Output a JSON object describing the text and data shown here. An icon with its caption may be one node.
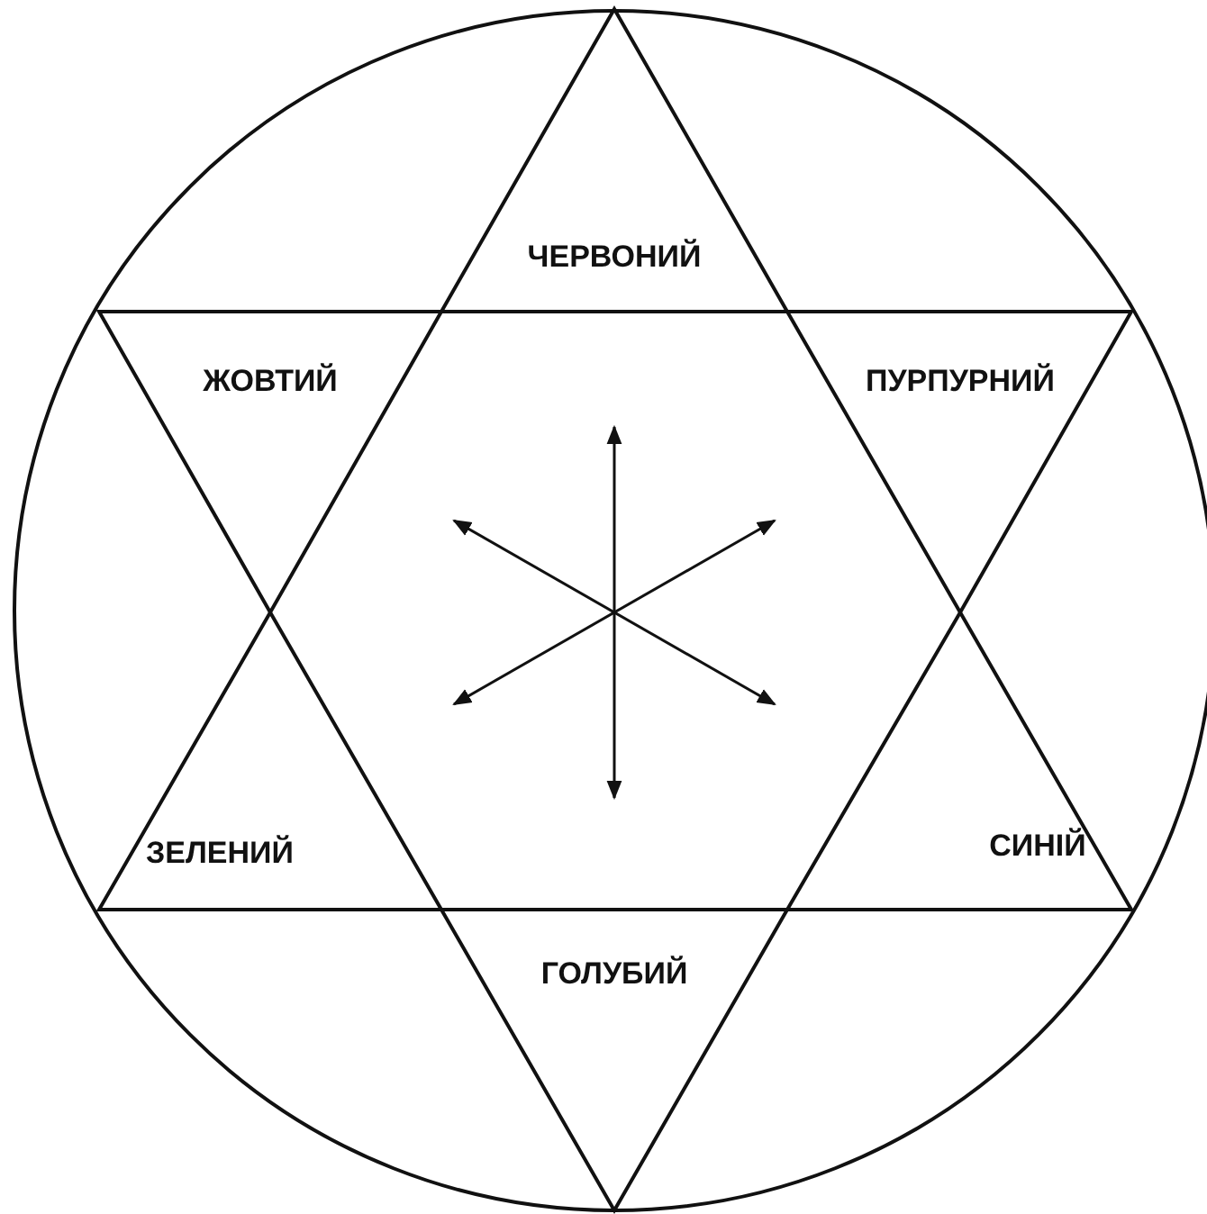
{
  "diagram": {
    "nodes": [
      {
        "text": [
          "ЧЕРВОНИЙ"
        ]
      },
      {
        "text": [
          "ЖОВТИЙ"
        ]
      },
      {
        "text": [
          "ПУРПУРНИЙ"
        ]
      },
      {
        "text": [
          "ЗЕЛЕНИЙ"
        ]
      },
      {
        "text": [
          "СИНІЙ"
        ]
      },
      {
        "text": [
          "ГОЛУБИЙ"
        ]
      }
    ],
    "edges": [
      {
        "from": 0,
        "to": 5,
        "arrow": "both"
      },
      {
        "from": 1,
        "to": 4,
        "arrow": "both"
      },
      {
        "from": 2,
        "to": 3,
        "arrow": "both"
      }
    ]
  }
}
